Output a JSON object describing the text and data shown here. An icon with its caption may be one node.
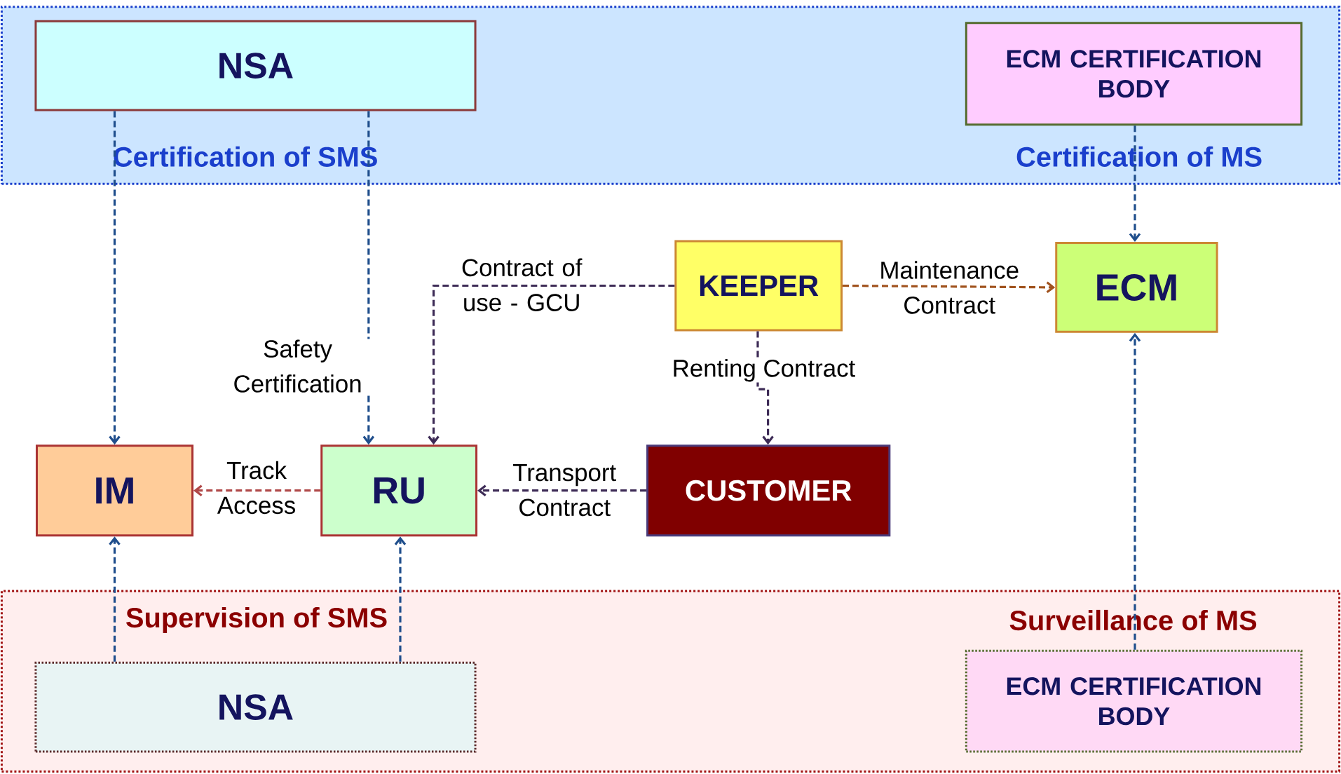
{
  "diagram": {
    "nodes": [
      {
        "text": [
          "Certification of SMS",
          "Certification of MS"
        ]
      },
      {
        "text": [
          "NSA"
        ],
        "in": 0
      },
      {
        "text": [
          "ECM CERTIFICATION BODY"
        ],
        "in": 0
      },
      {
        "text": [
          "KEEPER"
        ]
      },
      {
        "text": [
          "ECM"
        ]
      },
      {
        "text": [
          "IM"
        ]
      },
      {
        "text": [
          "RU"
        ]
      },
      {
        "text": [
          "CUSTOMER"
        ]
      },
      {
        "text": [
          "Supervision of SMS",
          "Surveillance of MS"
        ]
      },
      {
        "text": [
          "NSA"
        ],
        "in": 8
      },
      {
        "text": [
          "ECM CERTIFICATION BODY"
        ],
        "in": 8
      }
    ],
    "edges": [
      {
        "from": 1,
        "to": 5,
        "arrow": "to",
        "style": "dashed"
      },
      {
        "from": 1,
        "to": 6,
        "arrow": "to",
        "style": "dashed",
        "label": "Safety Certification"
      },
      {
        "from": 2,
        "to": 4,
        "arrow": "to",
        "style": "dashed"
      },
      {
        "from": 3,
        "to": 6,
        "arrow": "to",
        "style": "dashed",
        "color": "#3d2b56",
        "label": "Contract of use - GCU"
      },
      {
        "from": 3,
        "to": 4,
        "arrow": "to",
        "style": "dashed",
        "color": "#a0521d",
        "label": "Maintenance Contract"
      },
      {
        "from": 3,
        "to": 7,
        "arrow": "to",
        "style": "dashed",
        "color": "#3d2b56",
        "label": "Renting Contract"
      },
      {
        "from": 7,
        "to": 6,
        "arrow": "to",
        "style": "dashed",
        "color": "#3d2b56",
        "label": "Transport Contract"
      },
      {
        "from": 6,
        "to": 5,
        "arrow": "to",
        "style": "dashed",
        "color": "#b04848",
        "label": "Track Access"
      },
      {
        "from": 9,
        "to": 5,
        "arrow": "to",
        "style": "dashed"
      },
      {
        "from": 9,
        "to": 6,
        "arrow": "to",
        "style": "dashed"
      },
      {
        "from": 10,
        "to": 4,
        "arrow": "to",
        "style": "dashed"
      }
    ]
  }
}
